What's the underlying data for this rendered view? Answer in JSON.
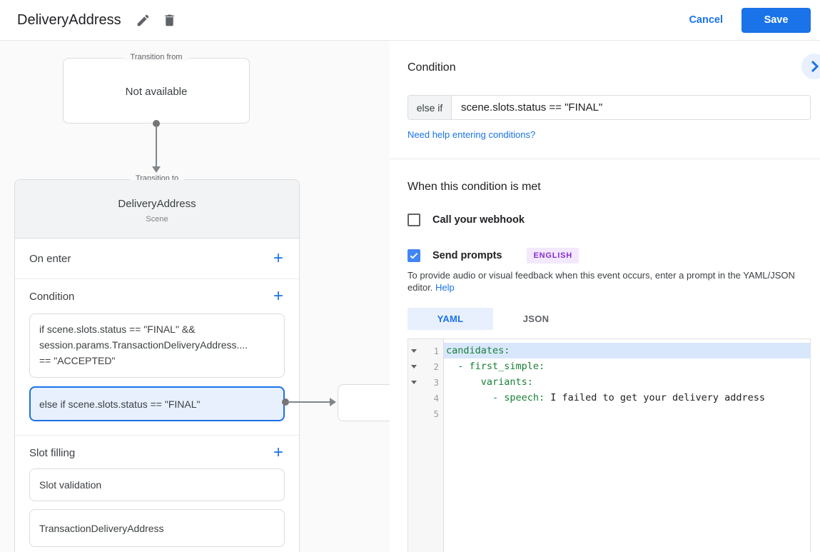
{
  "icons": {
    "add": "+"
  },
  "header": {
    "title": "DeliveryAddress",
    "cancel_label": "Cancel",
    "save_label": "Save"
  },
  "canvas": {
    "transition_from": {
      "label": "Transition from",
      "value": "Not available"
    },
    "scene": {
      "label": "Transition to",
      "name": "DeliveryAddress",
      "type": "Scene",
      "on_enter": {
        "label": "On enter"
      },
      "condition": {
        "label": "Condition",
        "cards": [
          {
            "selected": false,
            "lines": [
              "if scene.slots.status == \"FINAL\" &&",
              "session.params.TransactionDeliveryAddress....",
              "== \"ACCEPTED\""
            ]
          },
          {
            "selected": true,
            "lines": [
              "else if scene.slots.status == \"FINAL\""
            ]
          }
        ]
      },
      "slot_filling": {
        "label": "Slot filling",
        "cards": [
          "Slot validation",
          "TransactionDeliveryAddress"
        ]
      }
    }
  },
  "panel": {
    "condition_heading": "Condition",
    "condition_input": {
      "prefix": "else if",
      "value": "scene.slots.status == \"FINAL\""
    },
    "help_link": "Need help entering conditions?",
    "met_heading": "When this condition is met",
    "webhook": {
      "label": "Call your webhook",
      "checked": false
    },
    "prompts": {
      "label": "Send prompts",
      "checked": true,
      "badge": "ENGLISH"
    },
    "description_line1": "To provide audio or visual feedback when this event occurs, enter a prompt in the YAML/JSON",
    "description_line2": "editor.",
    "description_link": "Help",
    "tabs": [
      {
        "label": "YAML",
        "active": true
      },
      {
        "label": "JSON",
        "active": false
      }
    ],
    "editor": {
      "active_line": 1,
      "lines": [
        {
          "num": 1,
          "fold": true,
          "tokens": [
            {
              "text": "candidates:",
              "type": "key"
            }
          ]
        },
        {
          "num": 2,
          "fold": true,
          "tokens": [
            {
              "text": "  - first_simple:",
              "type": "key"
            }
          ]
        },
        {
          "num": 3,
          "fold": true,
          "tokens": [
            {
              "text": "      variants:",
              "type": "key"
            }
          ]
        },
        {
          "num": 4,
          "fold": false,
          "tokens": [
            {
              "text": "        - speech:",
              "type": "key"
            },
            {
              "text": " I failed to get your delivery address",
              "type": "plain"
            }
          ]
        },
        {
          "num": 5,
          "fold": false,
          "tokens": []
        }
      ]
    }
  },
  "colors": {
    "accent_blue": "#1a73e8",
    "checkbox_blue": "#4285f4",
    "selected_card_bg": "#e8f0fe",
    "badge_purple_text": "#8430ce",
    "badge_purple_bg": "#f3e8fd",
    "yaml_key_green": "#188038",
    "active_line_bg": "#d9e7fd"
  }
}
